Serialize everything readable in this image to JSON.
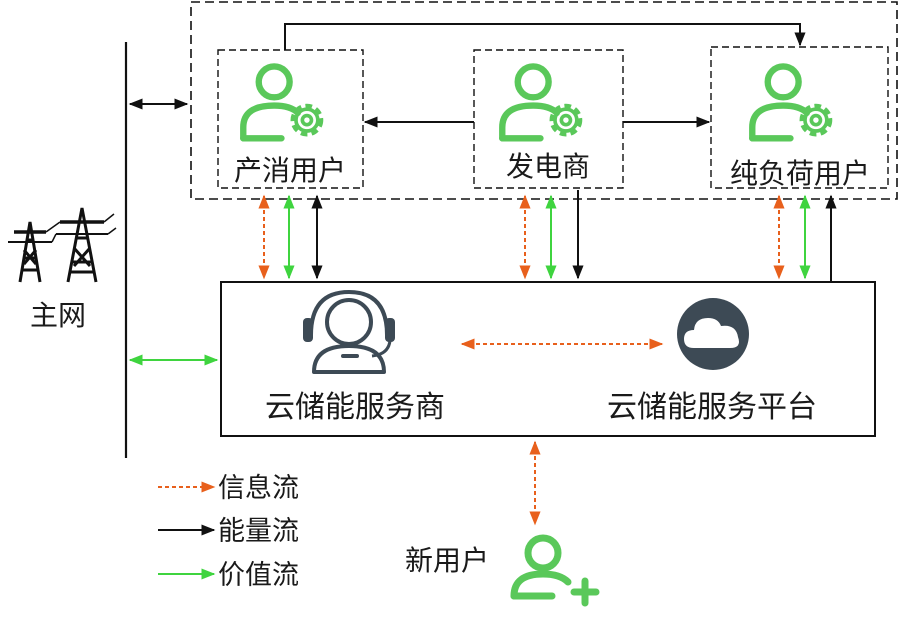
{
  "nodes": {
    "grid": "主网",
    "prosumer": "产消用户",
    "generator": "发电商",
    "load_user": "纯负荷用户",
    "cloud_provider": "云储能服务商",
    "cloud_platform": "云储能服务平台",
    "new_user": "新用户"
  },
  "legend": [
    {
      "label": "信息流",
      "style": "dashed",
      "color": "#e8601c"
    },
    {
      "label": "能量流",
      "style": "solid",
      "color": "#111111"
    },
    {
      "label": "价值流",
      "style": "solid",
      "color": "#3fd43f"
    }
  ],
  "colors": {
    "info": "#e8601c",
    "energy": "#111111",
    "value": "#3fd43f",
    "icon_green": "#5ac85a",
    "agent_icon": "#3d4a55",
    "cloud_icon": "#3d4a55"
  }
}
